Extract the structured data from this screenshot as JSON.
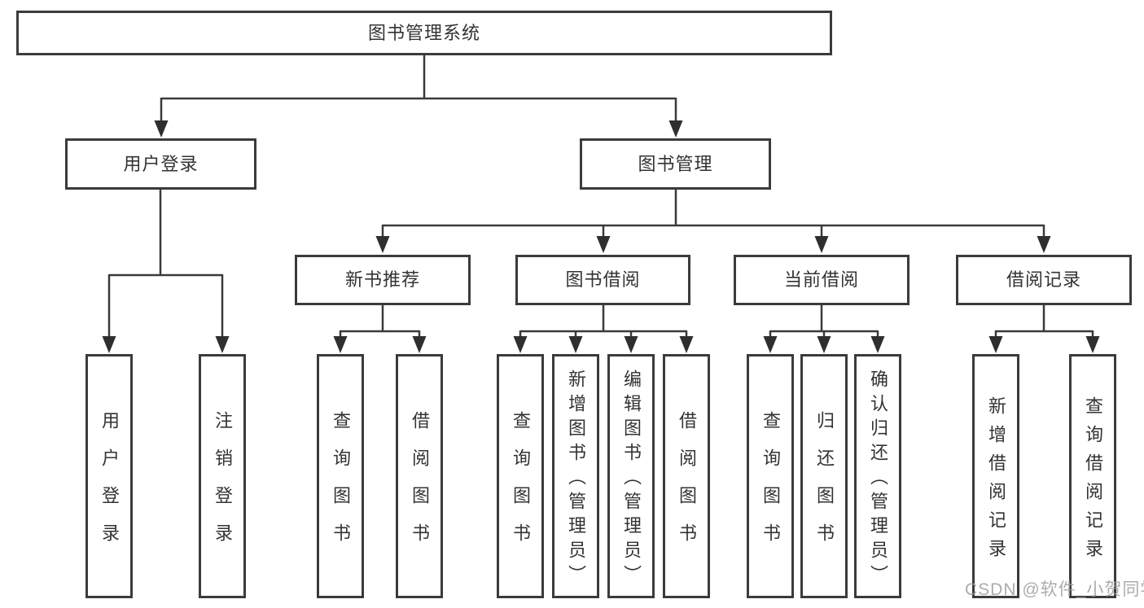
{
  "tree": {
    "root": {
      "label": "图书管理系统"
    },
    "children": [
      {
        "label": "用户登录",
        "children": [
          {
            "label": "用户登录"
          },
          {
            "label": "注销登录"
          }
        ]
      },
      {
        "label": "图书管理",
        "children": [
          {
            "label": "新书推荐",
            "children": [
              {
                "label": "查询图书"
              },
              {
                "label": "借阅图书"
              }
            ]
          },
          {
            "label": "图书借阅",
            "children": [
              {
                "label": "查询图书"
              },
              {
                "label": "新增图书（管理员）"
              },
              {
                "label": "编辑图书（管理员）"
              },
              {
                "label": "借阅图书"
              }
            ]
          },
          {
            "label": "当前借阅",
            "children": [
              {
                "label": "查询图书"
              },
              {
                "label": "归还图书"
              },
              {
                "label": "确认归还（管理员）"
              }
            ]
          },
          {
            "label": "借阅记录",
            "children": [
              {
                "label": "新增借阅记录"
              },
              {
                "label": "查询借阅记录"
              }
            ]
          }
        ]
      }
    ]
  },
  "watermark": {
    "text": "CSDN @软件_小贺同学"
  },
  "colors": {
    "line": "#3a3a3a",
    "node_border": "#3b3b3b",
    "text": "#333333",
    "watermark": "#9e9e9e",
    "background": "#ffffff"
  }
}
